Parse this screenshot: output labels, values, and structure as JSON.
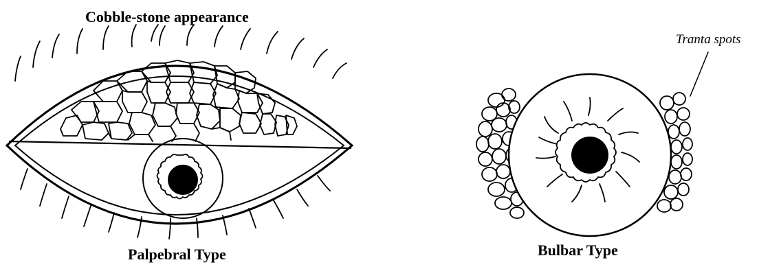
{
  "title": "Cobble-stone appearance",
  "left_caption": "Palpebral Type",
  "right_caption": "Bulbar Type",
  "annotation": "Tranta spots",
  "colors": {
    "ink": "#000000",
    "background": "#ffffff"
  }
}
